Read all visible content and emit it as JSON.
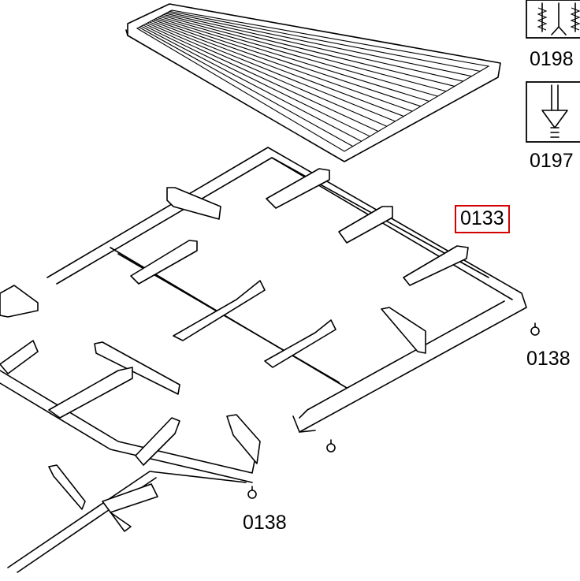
{
  "part_labels": {
    "p0198": "0198",
    "p0197": "0197",
    "p0133": "0133",
    "p0138_right": "0138",
    "p0138_bottom": "0138"
  },
  "colors": {
    "line": "#000000",
    "highlight_box": "#d40000",
    "background": "#ffffff"
  },
  "icons": {
    "screws": "screw-set-icon",
    "screw_plug": "screw-with-plug-icon",
    "foot": "rubber-foot-icon"
  }
}
